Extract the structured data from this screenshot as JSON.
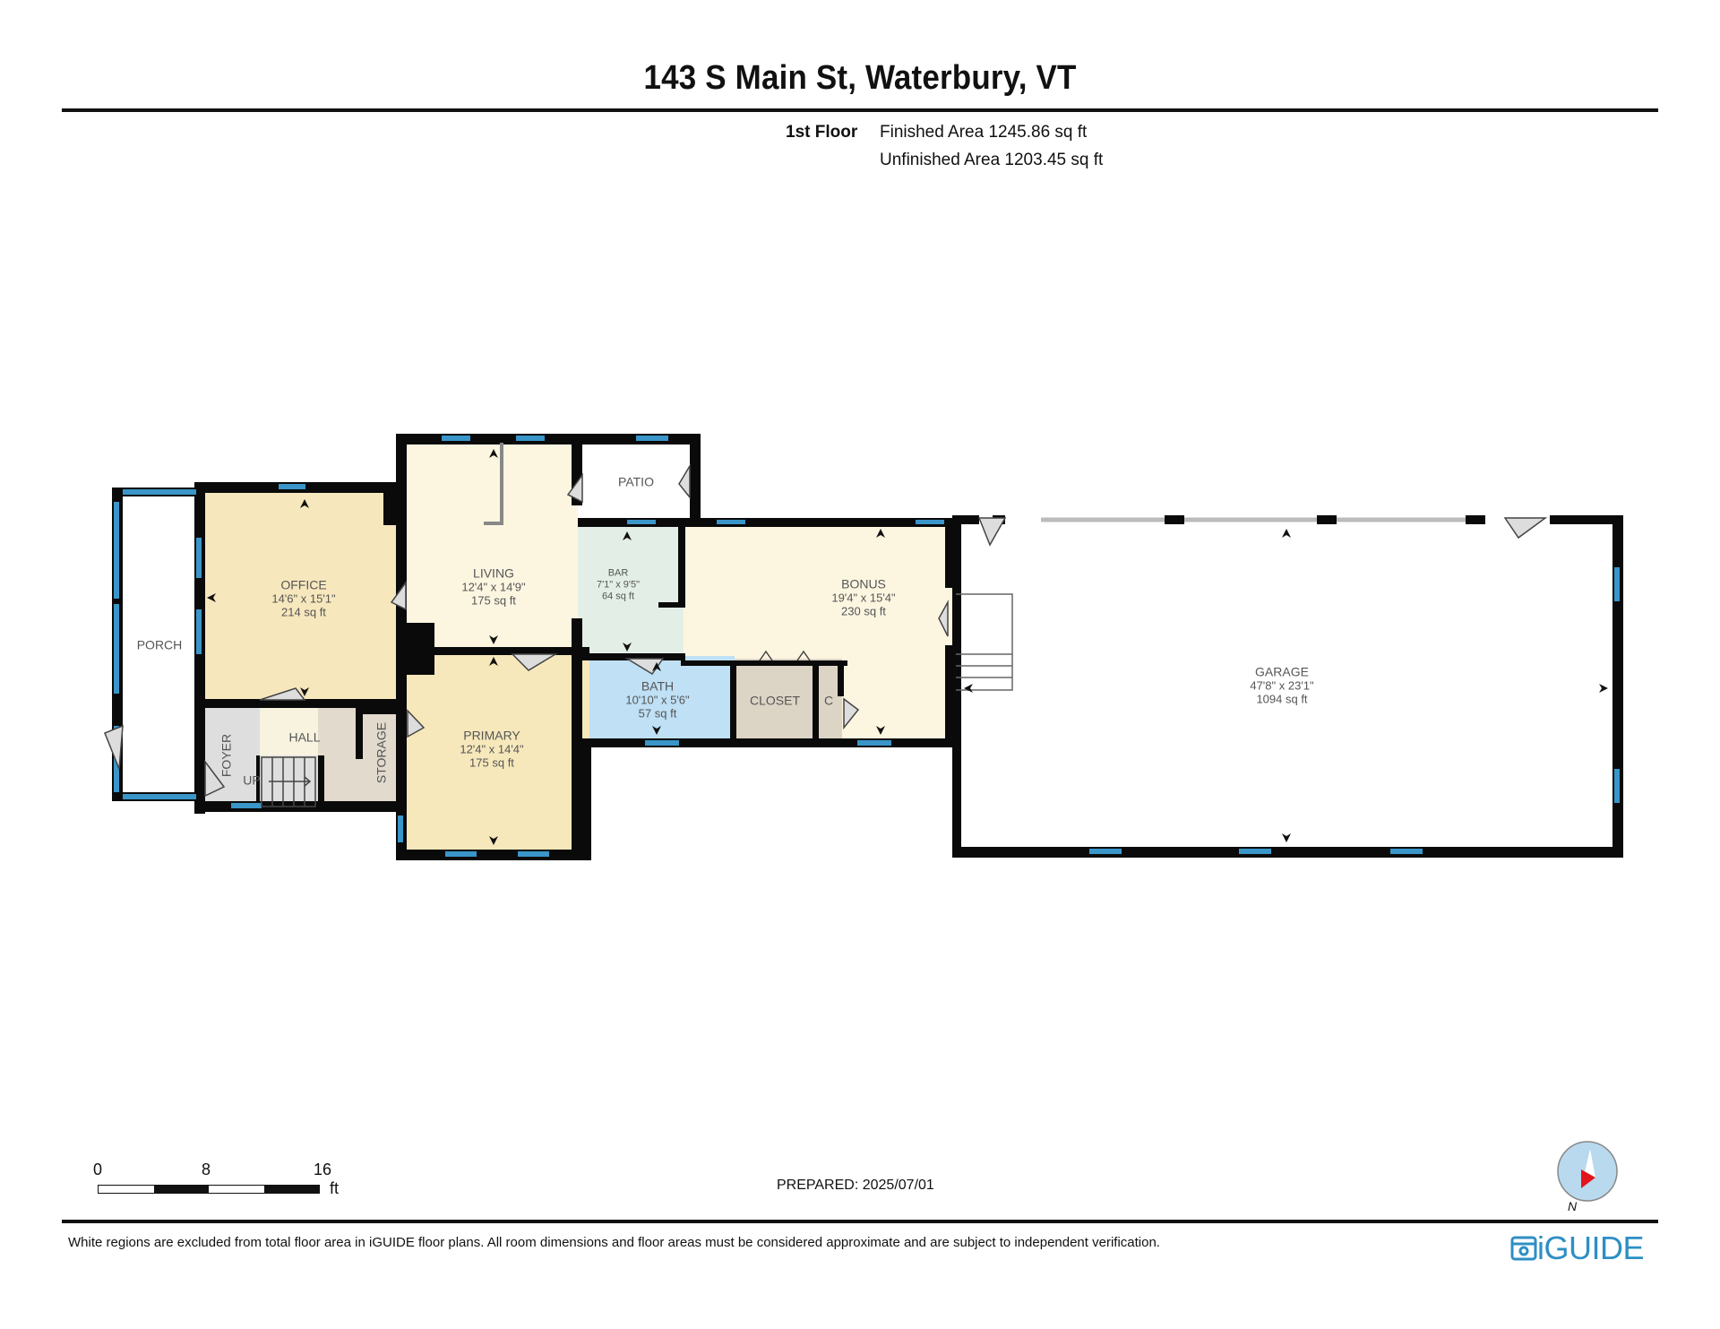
{
  "header": {
    "title": "143 S Main St, Waterbury, VT",
    "floor": "1st Floor",
    "finished_area": "Finished Area 1245.86 sq ft",
    "unfinished_area": "Unfinished Area 1203.45 sq ft"
  },
  "colors": {
    "wall": "#0a0a0a",
    "window": "#3a95c9",
    "office": "#f7e7bd",
    "living": "#fcf6e1",
    "primary": "#f7e8bc",
    "bonus": "#fcf6e1",
    "bar": "#e3efe6",
    "bath": "#bfe0f5",
    "closet": "#dcd4c5",
    "foyer": "#dedede",
    "hall": "#f7f3df",
    "storage": "#e1dacd",
    "unfinished": "#ffffff",
    "compass_ring": "#b9d9ee",
    "compass_needle": "#e0161c",
    "brand": "#2d8fc4"
  },
  "rooms": [
    {
      "name": "PORCH",
      "dims": "",
      "area": ""
    },
    {
      "name": "OFFICE",
      "dims": "14'6\" x 15'1\"",
      "area": "214 sq ft"
    },
    {
      "name": "LIVING",
      "dims": "12'4\" x 14'9\"",
      "area": "175 sq ft"
    },
    {
      "name": "PATIO",
      "dims": "",
      "area": ""
    },
    {
      "name": "BAR",
      "dims": "7'1\" x 9'5\"",
      "area": "64 sq ft"
    },
    {
      "name": "BONUS",
      "dims": "19'4\" x 15'4\"",
      "area": "230 sq ft"
    },
    {
      "name": "BATH",
      "dims": "10'10\" x 5'6\"",
      "area": "57 sq ft"
    },
    {
      "name": "CLOSET",
      "dims": "",
      "area": ""
    },
    {
      "name": "C",
      "dims": "",
      "area": ""
    },
    {
      "name": "PRIMARY",
      "dims": "12'4\" x 14'4\"",
      "area": "175 sq ft"
    },
    {
      "name": "FOYER",
      "dims": "",
      "area": ""
    },
    {
      "name": "HALL",
      "dims": "",
      "area": ""
    },
    {
      "name": "STORAGE",
      "dims": "",
      "area": ""
    },
    {
      "name": "GARAGE",
      "dims": "47'8\" x 23'1\"",
      "area": "1094 sq ft"
    }
  ],
  "stairs_label": "UP",
  "scale_bar": {
    "ticks": [
      "0",
      "8",
      "16"
    ],
    "unit": "ft"
  },
  "prepared": "PREPARED: 2025/07/01",
  "compass": {
    "label": "N"
  },
  "footer": {
    "disclaimer": "White regions are excluded from total floor area in iGUIDE floor plans. All room dimensions and floor areas must be considered approximate and are subject to independent verification.",
    "logo": "iGUIDE"
  }
}
